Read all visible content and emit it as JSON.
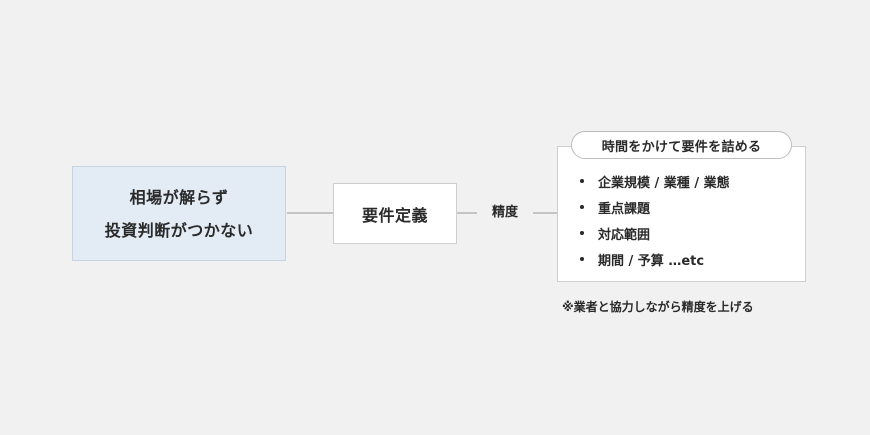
{
  "problem": {
    "line1": "相場が解らず",
    "line2": "投資判断がつかない"
  },
  "requirement": {
    "label": "要件定義"
  },
  "precision": {
    "label": "精度"
  },
  "detail": {
    "header": "時間をかけて要件を詰める",
    "items": [
      "企業規模 / 業種 / 業態",
      "重点課題",
      "対応範囲",
      "期間 / 予算 …etc"
    ]
  },
  "footnote": "※業者と協力しながら精度を上げる"
}
